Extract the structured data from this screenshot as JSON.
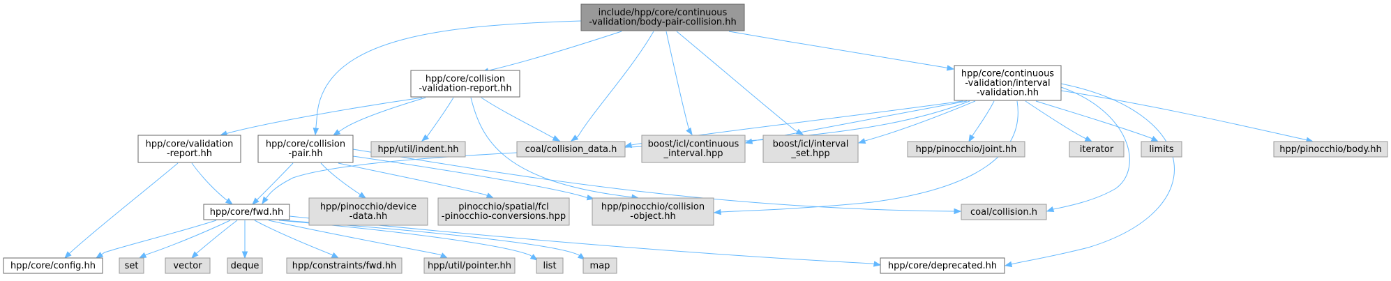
{
  "nodes": {
    "root": {
      "lines": [
        "include/hpp/core/continuous",
        "-validation/body-pair-collision.hh"
      ],
      "kind": "root"
    },
    "cvr": {
      "lines": [
        "hpp/core/collision",
        "-validation-report.hh"
      ],
      "kind": "local"
    },
    "ivh": {
      "lines": [
        "hpp/core/continuous",
        "-validation/interval",
        "-validation.hh"
      ],
      "kind": "local"
    },
    "vr": {
      "lines": [
        "hpp/core/validation",
        "-report.hh"
      ],
      "kind": "local"
    },
    "cp": {
      "lines": [
        "hpp/core/collision",
        "-pair.hh"
      ],
      "kind": "local"
    },
    "indent": {
      "lines": [
        "hpp/util/indent.hh"
      ],
      "kind": "ext"
    },
    "cdata": {
      "lines": [
        "coal/collision_data.h"
      ],
      "kind": "ext"
    },
    "cint": {
      "lines": [
        "boost/icl/continuous",
        "_interval.hpp"
      ],
      "kind": "ext"
    },
    "iset": {
      "lines": [
        "boost/icl/interval",
        "_set.hpp"
      ],
      "kind": "ext"
    },
    "joint": {
      "lines": [
        "hpp/pinocchio/joint.hh"
      ],
      "kind": "ext"
    },
    "iter": {
      "lines": [
        "iterator"
      ],
      "kind": "ext"
    },
    "limits": {
      "lines": [
        "limits"
      ],
      "kind": "ext"
    },
    "body": {
      "lines": [
        "hpp/pinocchio/body.hh"
      ],
      "kind": "ext"
    },
    "fwd": {
      "lines": [
        "hpp/core/fwd.hh"
      ],
      "kind": "local"
    },
    "dev": {
      "lines": [
        "hpp/pinocchio/device",
        "-data.hh"
      ],
      "kind": "ext"
    },
    "fcl": {
      "lines": [
        "pinocchio/spatial/fcl",
        "-pinocchio-conversions.hpp"
      ],
      "kind": "ext"
    },
    "cobj": {
      "lines": [
        "hpp/pinocchio/collision",
        "-object.hh"
      ],
      "kind": "ext"
    },
    "coll": {
      "lines": [
        "coal/collision.h"
      ],
      "kind": "ext"
    },
    "config": {
      "lines": [
        "hpp/core/config.hh"
      ],
      "kind": "local"
    },
    "set": {
      "lines": [
        "set"
      ],
      "kind": "ext"
    },
    "vector": {
      "lines": [
        "vector"
      ],
      "kind": "ext"
    },
    "deque": {
      "lines": [
        "deque"
      ],
      "kind": "ext"
    },
    "cfwd": {
      "lines": [
        "hpp/constraints/fwd.hh"
      ],
      "kind": "ext"
    },
    "ptr": {
      "lines": [
        "hpp/util/pointer.hh"
      ],
      "kind": "ext"
    },
    "list": {
      "lines": [
        "list"
      ],
      "kind": "ext"
    },
    "map": {
      "lines": [
        "map"
      ],
      "kind": "ext"
    },
    "depr": {
      "lines": [
        "hpp/core/deprecated.hh"
      ],
      "kind": "local"
    }
  },
  "edges": [
    [
      "root",
      "cvr"
    ],
    [
      "root",
      "ivh"
    ],
    [
      "root",
      "cp"
    ],
    [
      "root",
      "cdata"
    ],
    [
      "root",
      "cint"
    ],
    [
      "root",
      "iset"
    ],
    [
      "cvr",
      "vr"
    ],
    [
      "cvr",
      "cp"
    ],
    [
      "cvr",
      "indent"
    ],
    [
      "cvr",
      "cdata"
    ],
    [
      "cvr",
      "cobj"
    ],
    [
      "ivh",
      "cdata"
    ],
    [
      "ivh",
      "cint"
    ],
    [
      "ivh",
      "iset"
    ],
    [
      "ivh",
      "joint"
    ],
    [
      "ivh",
      "iter"
    ],
    [
      "ivh",
      "limits"
    ],
    [
      "ivh",
      "body"
    ],
    [
      "ivh",
      "fwd"
    ],
    [
      "ivh",
      "cobj"
    ],
    [
      "ivh",
      "coll"
    ],
    [
      "ivh",
      "depr"
    ],
    [
      "vr",
      "fwd"
    ],
    [
      "vr",
      "config"
    ],
    [
      "cp",
      "fwd"
    ],
    [
      "cp",
      "dev"
    ],
    [
      "cp",
      "fcl"
    ],
    [
      "cp",
      "cobj"
    ],
    [
      "cp",
      "coll"
    ],
    [
      "fwd",
      "config"
    ],
    [
      "fwd",
      "set"
    ],
    [
      "fwd",
      "vector"
    ],
    [
      "fwd",
      "deque"
    ],
    [
      "fwd",
      "cfwd"
    ],
    [
      "fwd",
      "ptr"
    ],
    [
      "fwd",
      "list"
    ],
    [
      "fwd",
      "map"
    ],
    [
      "fwd",
      "depr"
    ]
  ]
}
